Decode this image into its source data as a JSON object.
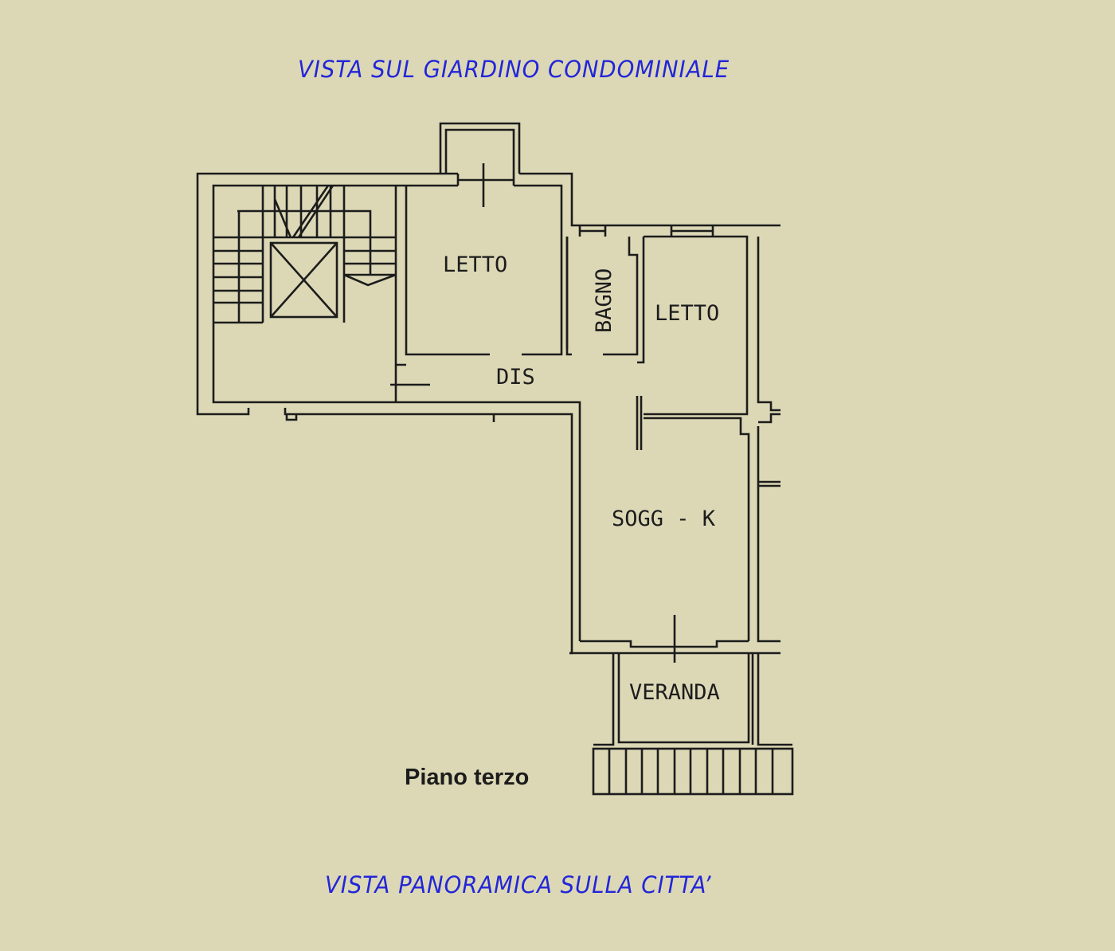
{
  "top_caption": "VISTA SUL GIARDINO CONDOMINIALE",
  "bottom_caption": "VISTA PANORAMICA SULLA CITTA’",
  "floor_label": "Piano terzo",
  "rooms": {
    "letto_1": "LETTO",
    "bagno": "BAGNO",
    "letto_2": "LETTO",
    "dis": "DIS",
    "soggiorno": "SOGG - K",
    "veranda": "VERANDA"
  },
  "colors": {
    "background": "#dcd8b6",
    "caption": "#2326d8",
    "lines": "#1c1c1c"
  }
}
